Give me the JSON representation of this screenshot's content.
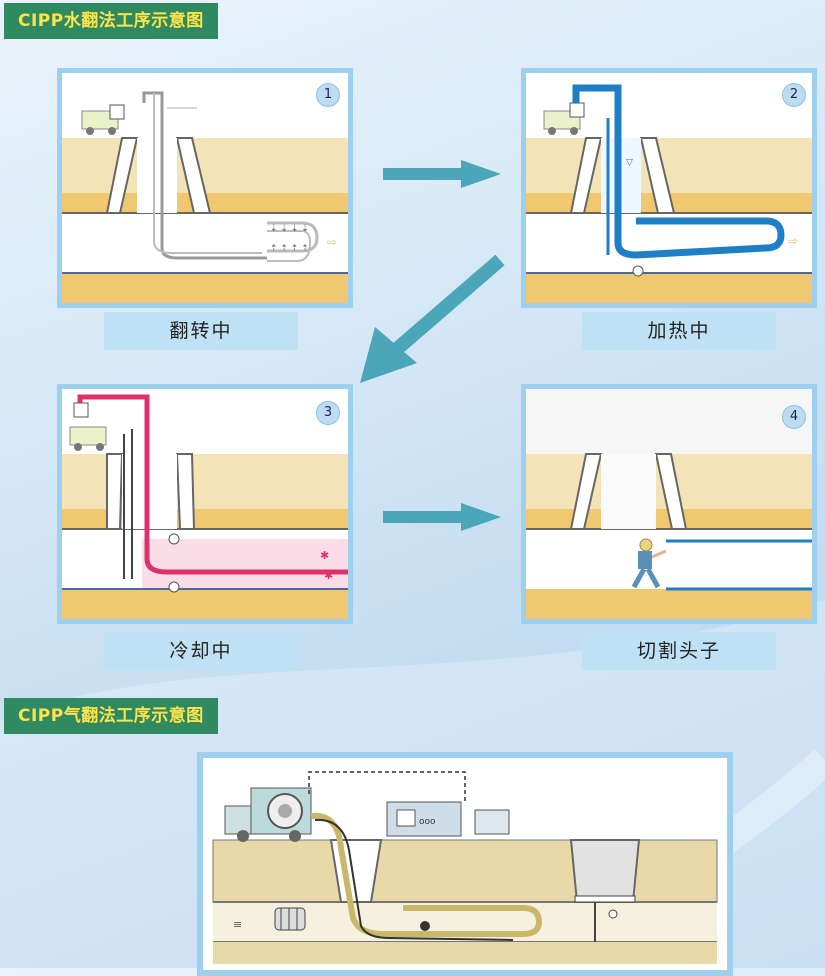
{
  "water_section": {
    "title": "CIPP水翻法工序示意图"
  },
  "air_section": {
    "title": "CIPP气翻法工序示意图"
  },
  "steps": [
    {
      "number": "1",
      "caption": "翻转中"
    },
    {
      "number": "2",
      "caption": "加热中"
    },
    {
      "number": "3",
      "caption": "冷却中"
    },
    {
      "number": "4",
      "caption": "切割头子"
    }
  ],
  "colors": {
    "title_bg": "#2f8a62",
    "title_text": "#ffe34a",
    "panel_border": "#9dd0ef",
    "caption_bg": "#bfe1f6",
    "arrow": "#4aa6b8",
    "ground": "#f3e3b6",
    "heating_line": "#1e7fc6",
    "cooling_line": "#e0306a"
  },
  "icons": [
    "arrow-right-icon",
    "arrow-diagonal-icon",
    "truck-icon",
    "worker-icon",
    "compressor-icon",
    "motor-icon"
  ]
}
